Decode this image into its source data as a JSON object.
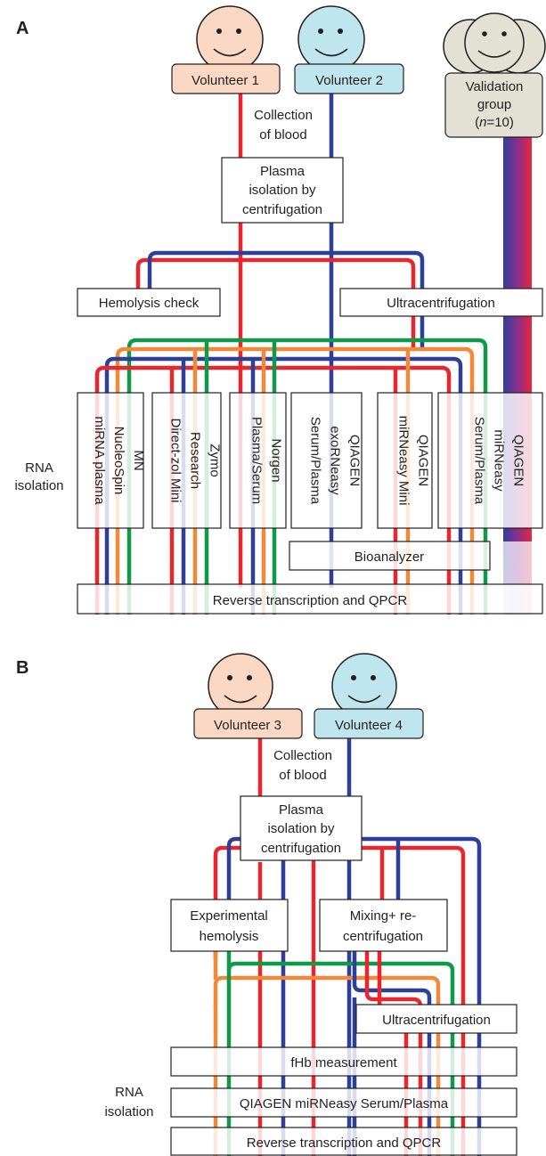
{
  "colors": {
    "red": "#e8262d",
    "blue": "#2e3f98",
    "green": "#0e9a48",
    "orange": "#f08a3a",
    "face_peach": "#fbd8c4",
    "face_cyan": "#bfe6ee",
    "face_grey": "#e2e1d3",
    "label_peach": "#fbd8c4",
    "label_cyan": "#bfe6ee",
    "label_grey": "#e2e1d3",
    "box_stroke": "#231f20",
    "gradient_red": "#e8263b",
    "gradient_purple": "#8a2f8e",
    "gradient_blue": "#2e3f98"
  },
  "panel_a": {
    "letter": "A",
    "volunteer_1": "Volunteer 1",
    "volunteer_2": "Volunteer 2",
    "validation_line1": "Validation",
    "validation_line2": "group",
    "validation_n_italic": "n",
    "validation_n_rest": "=10)",
    "validation_n_open": "(",
    "collection_line1": "Collection",
    "collection_line2": "of blood",
    "plasma_line1": "Plasma",
    "plasma_line2": "isolation by",
    "plasma_line3": "centrifugation",
    "hemolysis_check": "Hemolysis check",
    "ultracentrifugation": "Ultracentrifugation",
    "rna_line1": "RNA",
    "rna_line2": "isolation",
    "kits": [
      {
        "lines": [
          "MN",
          "NucleoSpin",
          "miRNA plasma"
        ]
      },
      {
        "lines": [
          "Zymo",
          "Research",
          "Direct-zol Mini"
        ]
      },
      {
        "lines": [
          "Norgen",
          "Plasma/Serum"
        ]
      },
      {
        "lines": [
          "QIAGEN",
          "exoRNeasy",
          "Serum/Plasma"
        ]
      },
      {
        "lines": [
          "QIAGEN",
          "miRNeasy Mini"
        ]
      },
      {
        "lines": [
          "QIAGEN",
          "miRNeasy",
          "Serum/Plasma"
        ]
      }
    ],
    "bioanalyzer": "Bioanalyzer",
    "rt_qpcr": "Reverse transcription and QPCR"
  },
  "panel_b": {
    "letter": "B",
    "volunteer_3": "Volunteer 3",
    "volunteer_4": "Volunteer 4",
    "collection_line1": "Collection",
    "collection_line2": "of blood",
    "plasma_line1": "Plasma",
    "plasma_line2": "isolation by",
    "plasma_line3": "centrifugation",
    "exp_hemolysis_line1": "Experimental",
    "exp_hemolysis_line2": "hemolysis",
    "mixing_line1": "Mixing+ re-",
    "mixing_line2": "centrifugation",
    "ultracentrifugation": "Ultracentrifugation",
    "fhb": "fHb measurement",
    "rna_line1": "RNA",
    "rna_line2": "isolation",
    "qiagen": "QIAGEN miRNeasy Serum/Plasma",
    "rt_qpcr": "Reverse transcription and QPCR"
  }
}
